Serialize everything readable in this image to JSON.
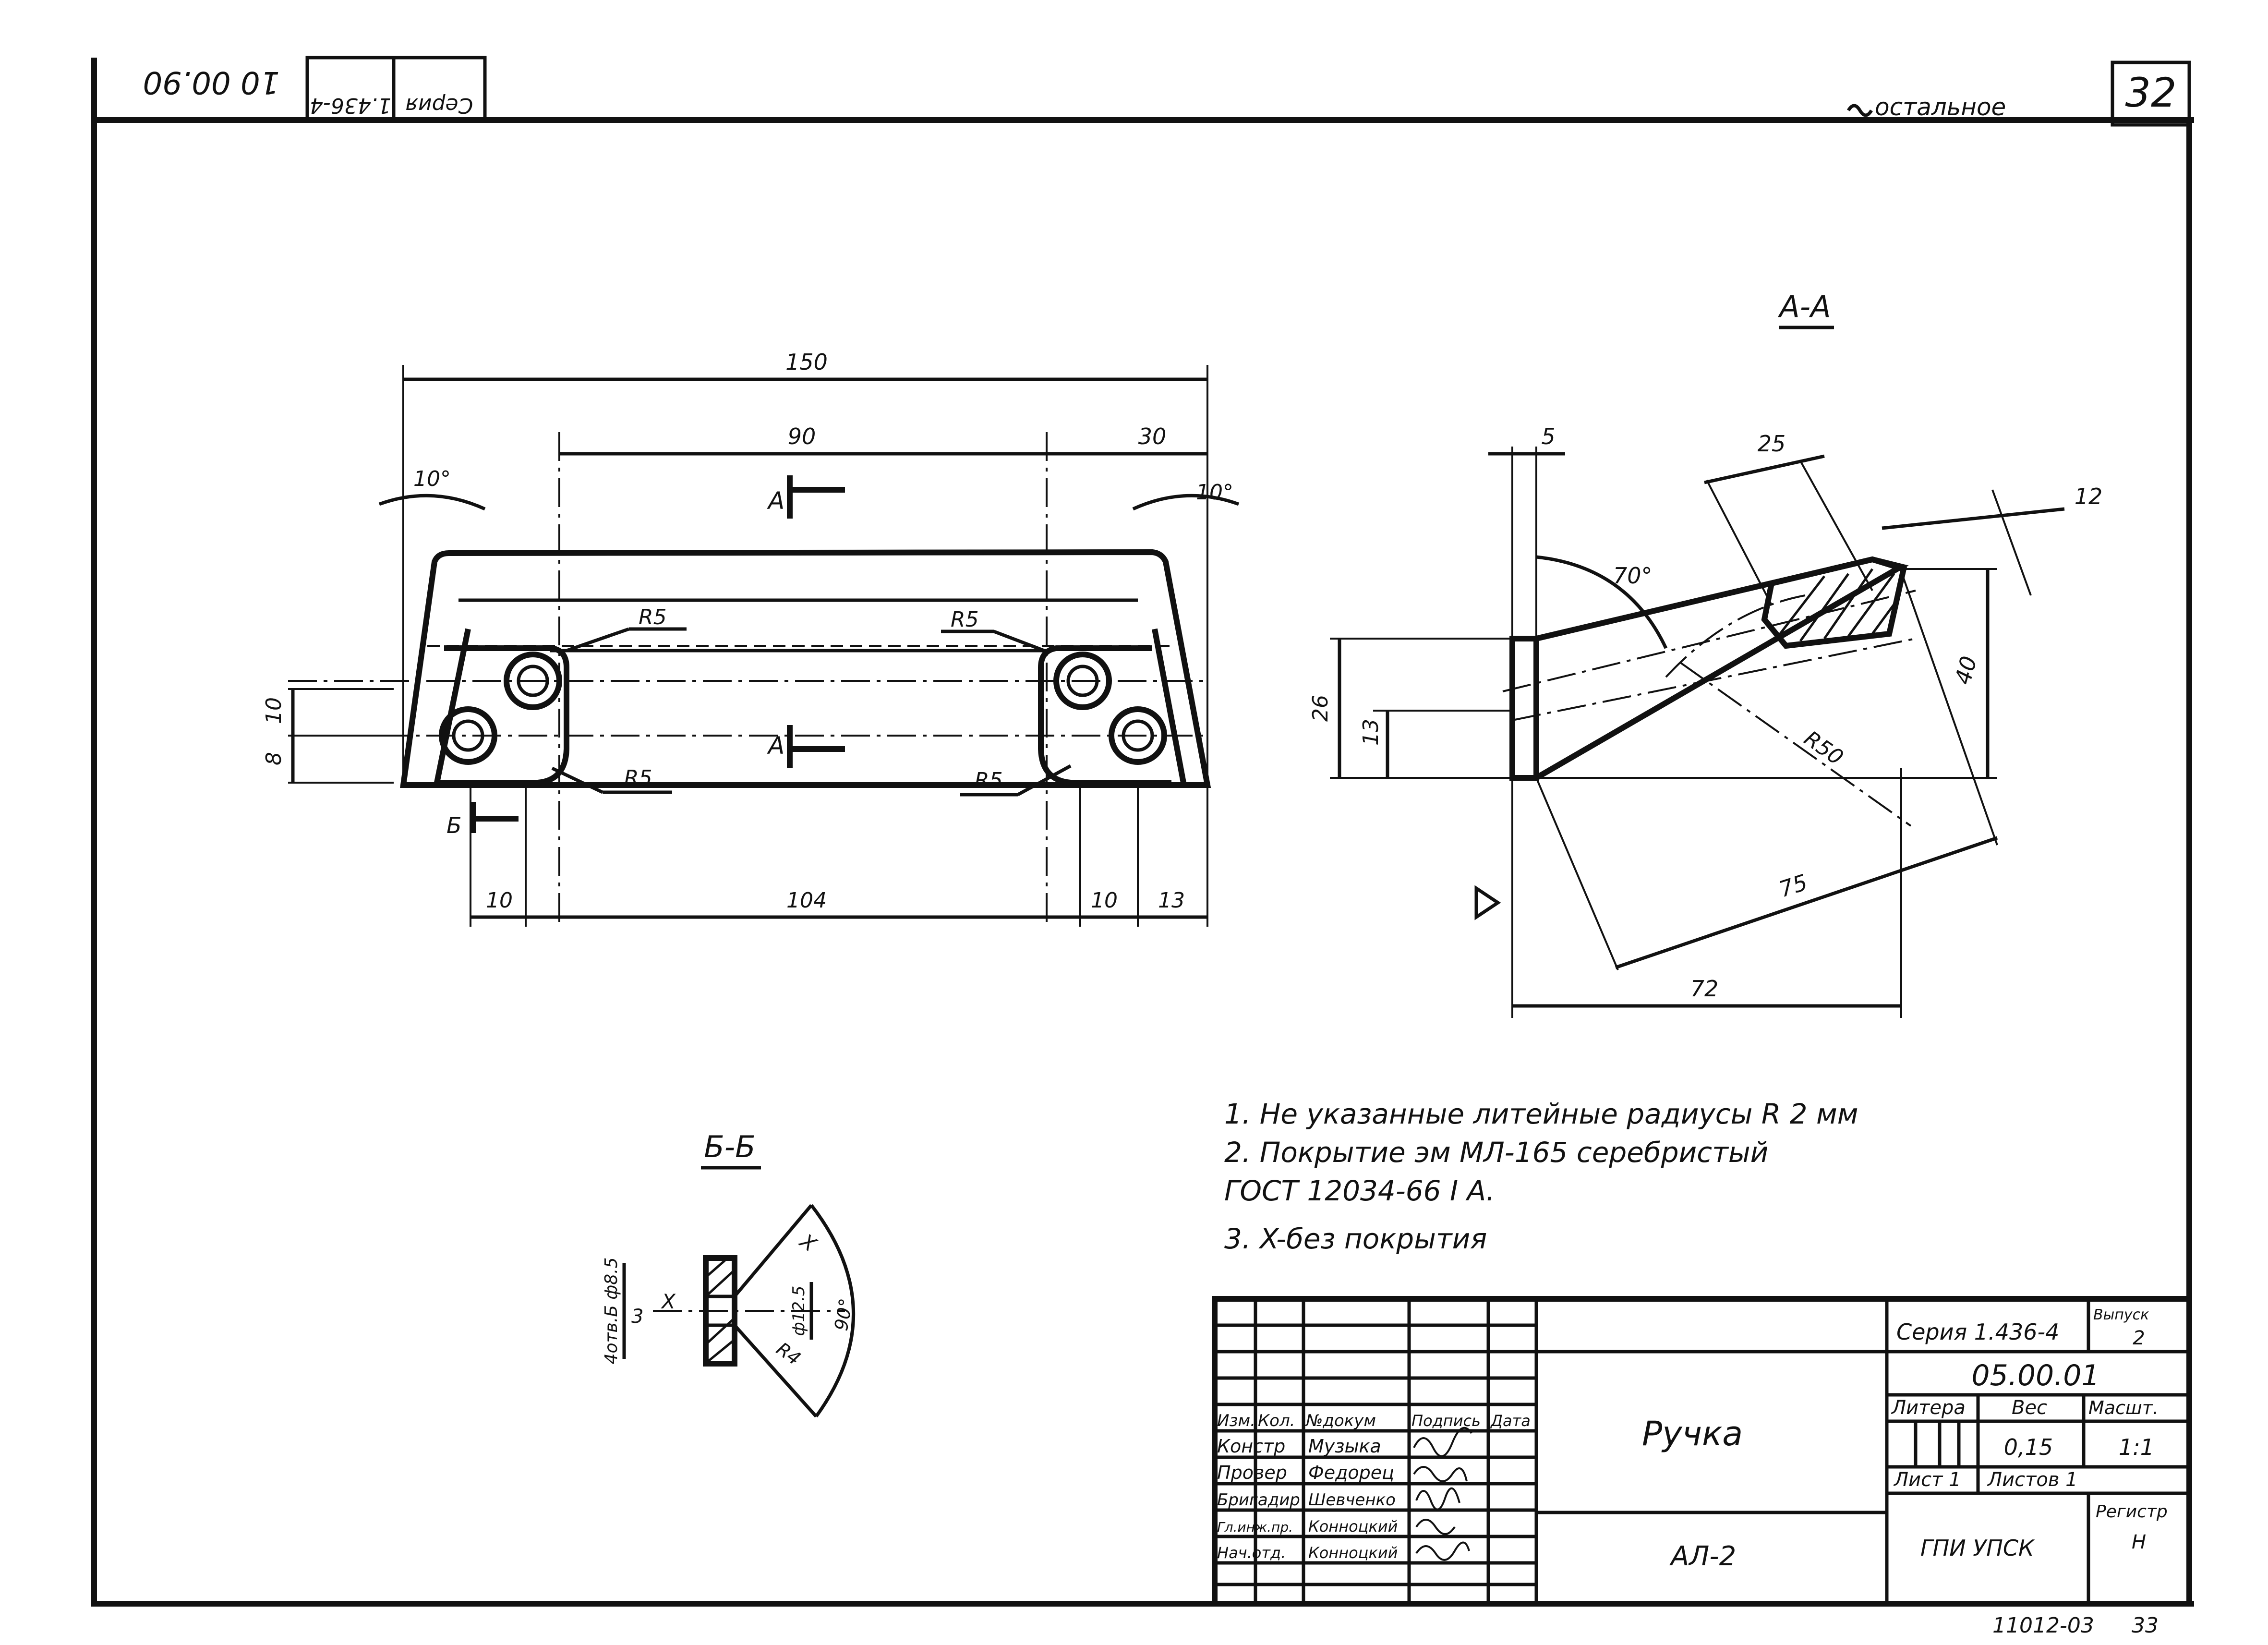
{
  "sheet": {
    "page_number": "32",
    "roughness_rest": "остальное",
    "top_stamp": {
      "code": "10 00.90",
      "label": "Серия",
      "series": "1.436-4"
    }
  },
  "views": {
    "main": {
      "dimensions": {
        "overall_length": "150",
        "center_span": "90",
        "right_offset": "30",
        "left_angle": "10°",
        "right_angle": "10°",
        "radius_upper_left": "R5",
        "radius_upper_right": "R5",
        "radius_lower_left": "R5",
        "radius_lower_right": "R5",
        "left_height_upper": "10",
        "left_height_lower": "8",
        "bottom_left": "10",
        "bottom_center": "104",
        "bottom_right_a": "10",
        "bottom_right_b": "13"
      },
      "markers": {
        "section_a_top": "А",
        "section_a_bottom": "А",
        "section_b": "Б"
      }
    },
    "section_aa": {
      "title": "А-А",
      "dimensions": {
        "thickness": "5",
        "angle": "70°",
        "width": "25",
        "tip": "12",
        "height_total": "26",
        "height_half": "13",
        "height": "40",
        "radius": "R50",
        "length_inclined": "75",
        "length_projected": "72"
      }
    },
    "section_bb": {
      "title": "Б-Б",
      "hole_label": "4отв.Б ф8.5",
      "depth": "3",
      "hole_diameter": "ф12.5",
      "angle": "90°",
      "roughness_x": "X",
      "roughness_x2": "X",
      "roughness_4": "R4"
    }
  },
  "notes": [
    "1. Не указанные литейные радиусы R 2 мм",
    "2. Покрытие эм МЛ-165 серебристый",
    "ГОСТ 12034-66 I А.",
    "3. X-без покрытия"
  ],
  "title_block": {
    "series": "Серия 1.436-4",
    "issue_label": "Выпуск",
    "issue": "2",
    "designation": "05.00.01",
    "name": "Ручка",
    "material": "АЛ-2",
    "litera_label": "Литера",
    "weight_label": "Вес",
    "scale_label": "Масшт.",
    "weight": "0,15",
    "scale": "1:1",
    "sheet": "Лист 1",
    "sheets": "Листов 1",
    "org": "ГПИ УПСК",
    "register_label": "Регистр",
    "register": "Н",
    "bottom_code": "11012-03",
    "bottom_num": "33",
    "header": [
      "Изм.",
      "Кол.",
      "№докум",
      "Подпись",
      "Дата"
    ],
    "roles": [
      {
        "role": "Констр",
        "name": "Музыка"
      },
      {
        "role": "Провер",
        "name": "Федорец"
      },
      {
        "role": "Бригадир",
        "name": "Шевченко"
      },
      {
        "role": "Гл.инж.пр.",
        "name": "Конноцкий"
      },
      {
        "role": "Нач.отд.",
        "name": "Конноцкий"
      }
    ]
  }
}
